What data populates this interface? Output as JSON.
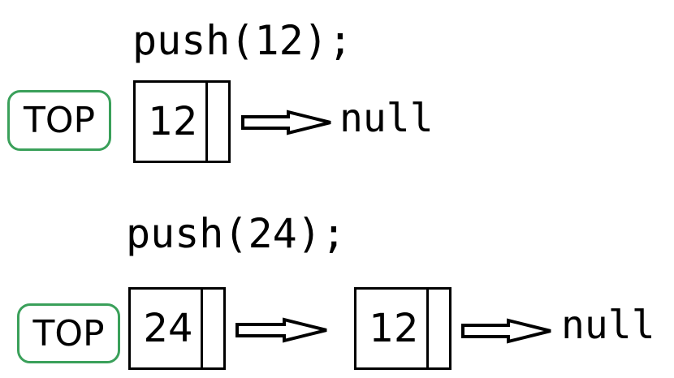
{
  "steps": [
    {
      "code": "push(12);",
      "top_label": "TOP",
      "nodes": [
        "12"
      ],
      "terminal": "null"
    },
    {
      "code": "push(24);",
      "top_label": "TOP",
      "nodes": [
        "24",
        "12"
      ],
      "terminal": "null"
    }
  ],
  "colors": {
    "top_border": "#3aa05a",
    "stroke": "#000000"
  }
}
